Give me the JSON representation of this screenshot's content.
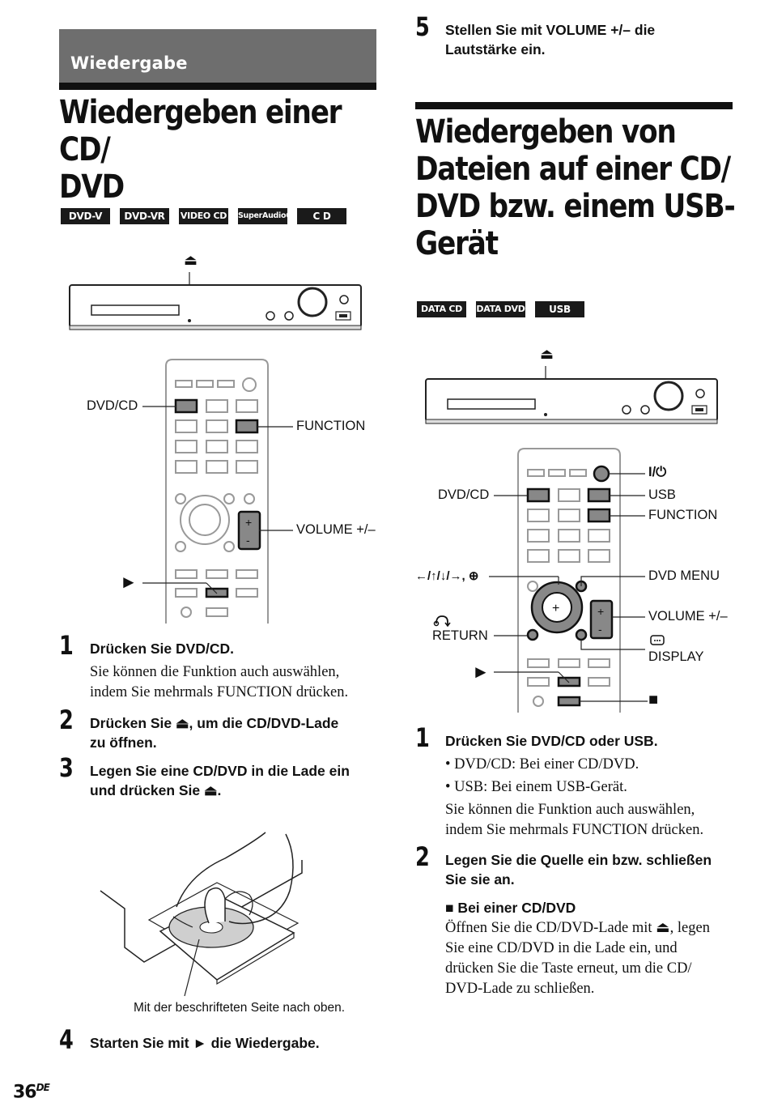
{
  "section": {
    "label": "Wiedergabe"
  },
  "left": {
    "heading_line1": "Wiedergeben einer CD/",
    "heading_line2": "DVD",
    "badges": [
      "DVD-V",
      "DVD-VR",
      "VIDEO CD",
      "SuperAudioCD",
      "C D"
    ],
    "eject_symbol": "⏏",
    "remote_labels": {
      "dvdcd": "DVD/CD",
      "function": "FUNCTION",
      "volume": "VOLUME +/–",
      "play_arrow": "►"
    },
    "steps": [
      {
        "num": "1",
        "title": "Drücken Sie DVD/CD.",
        "body_line1": "Sie können die Funktion auch auswählen,",
        "body_line2": "indem Sie mehrmals FUNCTION drücken."
      },
      {
        "num": "2",
        "title_line1": "Drücken Sie ⏏, um die CD/DVD-Lade",
        "title_line2": "zu öffnen."
      },
      {
        "num": "3",
        "title_line1": "Legen Sie eine CD/DVD in die Lade ein",
        "title_line2": "und drücken Sie ⏏."
      },
      {
        "num": "4",
        "title": "Starten Sie mit ► die Wiedergabe."
      }
    ],
    "disc_caption": "Mit der beschrifteten Seite nach oben."
  },
  "right": {
    "step5": {
      "num": "5",
      "title_line1": "Stellen Sie mit VOLUME +/– die",
      "title_line2": "Lautstärke ein."
    },
    "heading_lines": [
      "Wiedergeben von",
      "Dateien auf einer CD/",
      "DVD bzw. einem USB-",
      "Gerät"
    ],
    "badges": [
      "DATA CD",
      "DATA DVD",
      "USB"
    ],
    "eject_symbol": "⏏",
    "remote_labels": {
      "power": "I/⏻",
      "dvdcd": "DVD/CD",
      "usb": "USB",
      "function": "FUNCTION",
      "arrows": "←/↑/↓/→, ⊕",
      "dvd_menu": "DVD MENU",
      "volume": "VOLUME +/–",
      "return": "RETURN",
      "display": "DISPLAY",
      "play_arrow": "►",
      "stop": "■"
    },
    "steps": [
      {
        "num": "1",
        "title": "Drücken Sie DVD/CD oder USB.",
        "bullet1": "• DVD/CD: Bei einer CD/DVD.",
        "bullet2": "• USB: Bei einem USB-Gerät.",
        "body_line1": "Sie können die Funktion auch auswählen,",
        "body_line2": "indem Sie mehrmals FUNCTION drücken."
      },
      {
        "num": "2",
        "title_line1": "Legen Sie die Quelle ein bzw. schließen",
        "title_line2": "Sie sie an.",
        "sub_heading": "■ Bei einer CD/DVD",
        "body_lines": [
          "Öffnen Sie die CD/DVD-Lade mit ⏏, legen",
          "Sie eine CD/DVD in die Lade ein, und",
          "drücken Sie die Taste erneut, um die CD/",
          "DVD-Lade zu schließen."
        ]
      }
    ]
  },
  "page": {
    "number": "36",
    "suffix": "DE"
  }
}
